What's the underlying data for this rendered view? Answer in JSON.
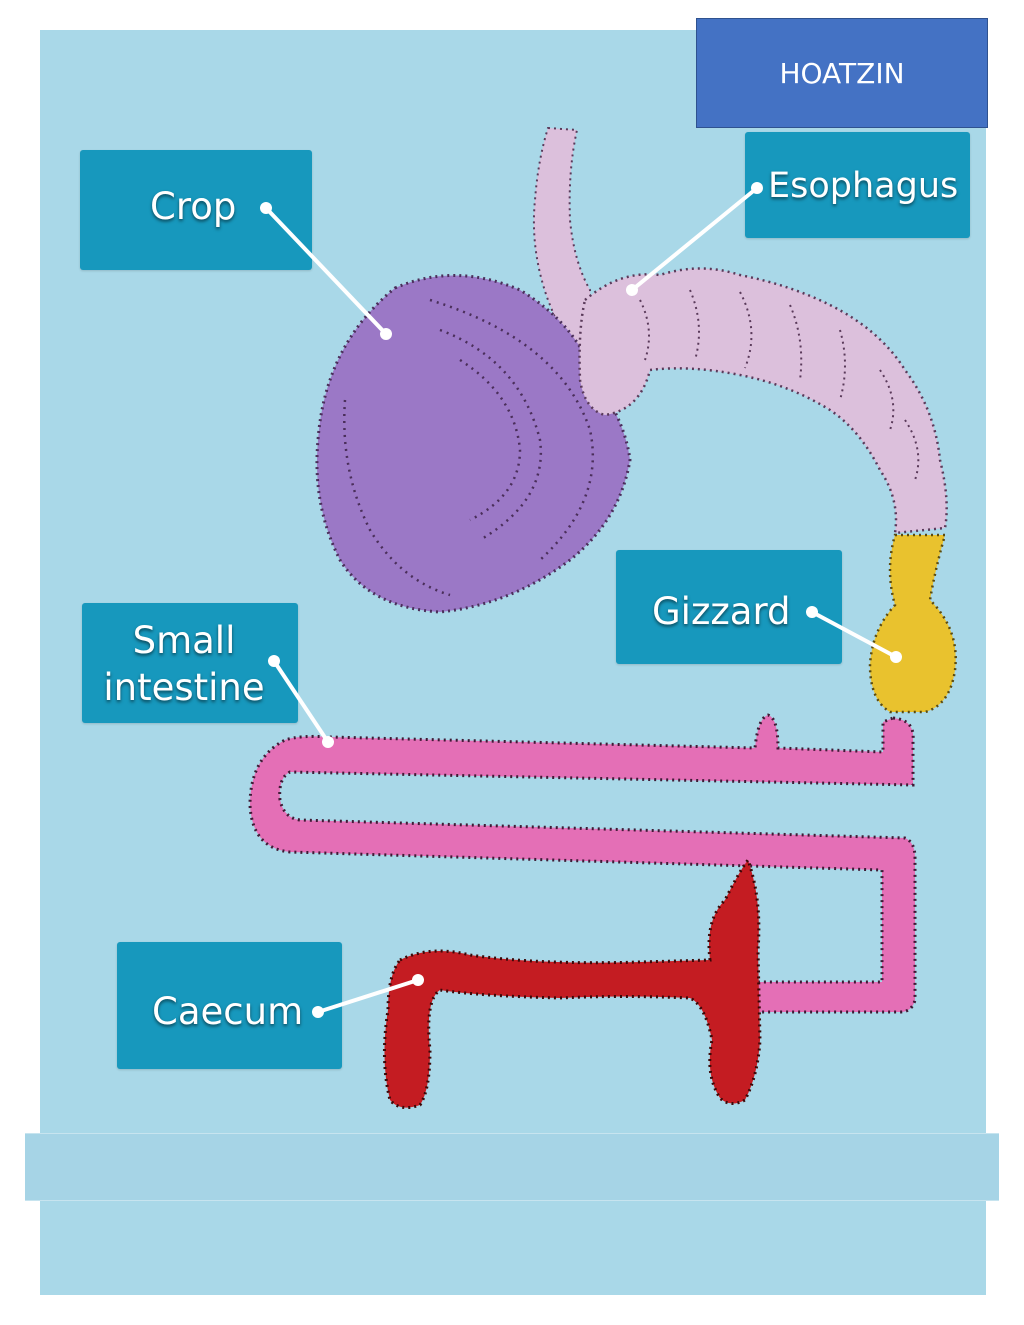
{
  "title": "HOATZIN",
  "labels": {
    "crop": "Crop",
    "esophagus": "Esophagus",
    "gizzard": "Gizzard",
    "small_intestine_line1": "Small",
    "small_intestine_line2": "intestine",
    "caecum": "Caecum"
  },
  "colors": {
    "background_felt": "#a9d8e8",
    "label_tag": "#1798bd",
    "title_box": "#4472c4",
    "crop": "#9b78c6",
    "esophagus": "#dcc0dc",
    "gizzard": "#e9c22e",
    "small_intestine": "#e46fb6",
    "caecum": "#c41c22",
    "leader_line": "#ffffff"
  }
}
